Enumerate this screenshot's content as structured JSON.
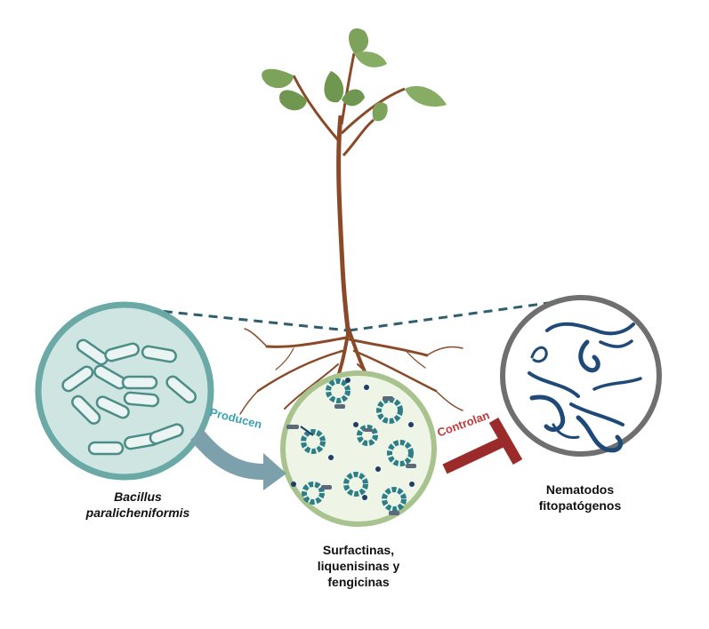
{
  "labels": {
    "bacteria_line1": "Bacillus",
    "bacteria_line2": "paralicheniformis",
    "lipopeptides_line1": "Surfactinas,",
    "lipopeptides_line2": "liquenisinas y",
    "lipopeptides_line3": "fengicinas",
    "nematodes_line1": "Nematodos",
    "nematodes_line2": "fitopatógenos"
  },
  "arrows": {
    "produce": "Producen",
    "control": "Controlan"
  },
  "colors": {
    "bacteria_circle": "#6aa9a6",
    "bacteria_fill": "#cfe5e2",
    "lipo_circle": "#a9c38f",
    "lipo_fill": "#eef4e6",
    "nematode_circle": "#6f6f6f",
    "produce_arrow": "#7da0ad",
    "produce_text": "#3aa3b3",
    "control_bar": "#9b2b2b",
    "control_text": "#c0393b",
    "root": "#8a4a2a",
    "leaf": "#7da35a",
    "worm": "#1f4a78"
  }
}
